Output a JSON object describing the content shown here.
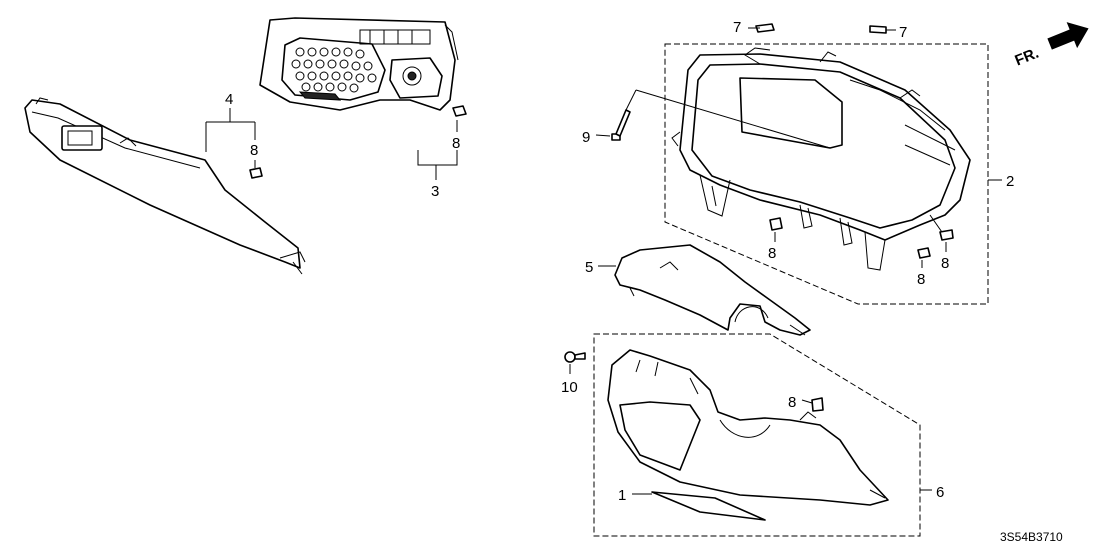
{
  "callouts": {
    "c1": "1",
    "c2": "2",
    "c3": "3",
    "c4": "4",
    "c5": "5",
    "c6": "6",
    "c7a": "7",
    "c7b": "7",
    "c8_left": "8",
    "c8_mid": "8",
    "c8_cluster_a": "8",
    "c8_cluster_b": "8",
    "c8_cluster_c": "8",
    "c8_lower": "8",
    "c9": "9",
    "c10": "10"
  },
  "direction_label": "FR.",
  "diagram_code": "3S54B3710"
}
